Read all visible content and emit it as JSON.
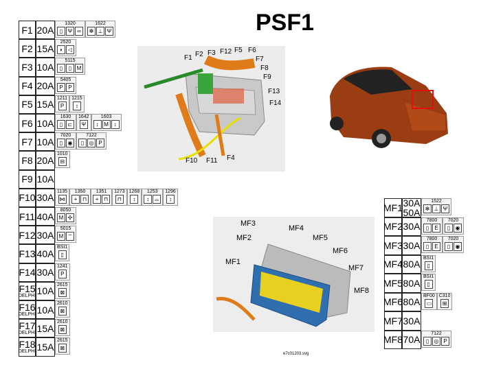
{
  "title": "PSF1",
  "caption": "e7c01203.svg",
  "fuses": [
    {
      "id": "F1",
      "amp": "20A",
      "comps": [
        {
          "code": "1320",
          "icons": [
            "box",
            "plug",
            "heater"
          ]
        },
        {
          "code": "1622",
          "icons": [
            "gear",
            "seat",
            "plug"
          ]
        }
      ]
    },
    {
      "id": "F2",
      "amp": "15A",
      "comps": [
        {
          "code": "2520",
          "icons": [
            "horn",
            "speaker"
          ]
        }
      ]
    },
    {
      "id": "F3",
      "amp": "10A",
      "comps": [
        {
          "code": "5115",
          "icons": [
            "box",
            "box",
            "motor"
          ]
        }
      ]
    },
    {
      "id": "F4",
      "amp": "20A",
      "comps": [
        {
          "code": "5405",
          "icons": [
            "pump",
            "pump"
          ]
        }
      ]
    },
    {
      "id": "F5",
      "amp": "15A",
      "comps": [
        {
          "code": "1211",
          "icons": [
            "pump"
          ]
        },
        {
          "code": "1215",
          "icons": [
            "sensor"
          ]
        }
      ]
    },
    {
      "id": "F6",
      "amp": "10A",
      "comps": [
        {
          "code": "1630",
          "icons": [
            "box",
            "gearbox"
          ]
        },
        {
          "code": "1642",
          "icons": [
            "plug"
          ]
        },
        {
          "code": "1603",
          "icons": [
            "sensor",
            "motor",
            "sensor"
          ]
        }
      ]
    },
    {
      "id": "F7",
      "amp": "10A",
      "comps": [
        {
          "code": "7020",
          "icons": [
            "box",
            "abs"
          ]
        },
        {
          "code": "7122",
          "icons": [
            "box",
            "steering",
            "pump"
          ]
        }
      ]
    },
    {
      "id": "F8",
      "amp": "20A",
      "comps": [
        {
          "code": "1010",
          "icons": [
            "starter"
          ]
        }
      ]
    },
    {
      "id": "F9",
      "amp": "10A",
      "comps": []
    },
    {
      "id": "F10",
      "amp": "30A",
      "comps": [
        {
          "code": "1135",
          "icons": [
            "coil"
          ]
        },
        {
          "code": "1350",
          "icons": [
            "injector",
            "engine"
          ]
        },
        {
          "code": "1351",
          "icons": [
            "injector",
            "engine"
          ]
        },
        {
          "code": "1273",
          "icons": [
            "engine"
          ]
        },
        {
          "code": "1268",
          "icons": [
            "sensor"
          ]
        },
        {
          "code": "1253",
          "icons": [
            "sensor",
            "valve"
          ]
        },
        {
          "code": "1296",
          "icons": [
            "sensor"
          ]
        }
      ]
    },
    {
      "id": "F11",
      "amp": "40A",
      "comps": [
        {
          "code": "8050",
          "icons": [
            "motor",
            "fan"
          ]
        }
      ]
    },
    {
      "id": "F12",
      "amp": "30A",
      "comps": [
        {
          "code": "5015",
          "icons": [
            "motor",
            "wiper"
          ]
        }
      ]
    },
    {
      "id": "F13",
      "amp": "40A",
      "comps": [
        {
          "code": "BSI1",
          "icons": [
            "box"
          ]
        }
      ]
    },
    {
      "id": "F14",
      "amp": "30A",
      "comps": [
        {
          "code": "1241",
          "icons": [
            "pump"
          ]
        }
      ]
    },
    {
      "id": "F15",
      "sub": "DELPHI",
      "amp": "10A",
      "comps": [
        {
          "code": "2615",
          "icons": [
            "lamp"
          ]
        }
      ]
    },
    {
      "id": "F16",
      "sub": "DELPHI",
      "amp": "10A",
      "comps": [
        {
          "code": "2610",
          "icons": [
            "lamp"
          ]
        }
      ]
    },
    {
      "id": "F17",
      "sub": "DELPHI",
      "amp": "15A",
      "comps": [
        {
          "code": "2610",
          "icons": [
            "lamp"
          ]
        }
      ]
    },
    {
      "id": "F18",
      "sub": "DELPHI",
      "amp": "15A",
      "comps": [
        {
          "code": "2615",
          "icons": [
            "lamp"
          ]
        }
      ]
    }
  ],
  "maxi_fuses": [
    {
      "id": "MF1",
      "amp": "30A",
      "amp2": "50A",
      "comps": [
        {
          "code": "1522",
          "icons": [
            "gear",
            "seat",
            "plug"
          ]
        }
      ]
    },
    {
      "id": "MF2",
      "amp": "30A",
      "comps": [
        {
          "code": "7800",
          "icons": [
            "box",
            "esp"
          ]
        },
        {
          "code": "7020",
          "icons": [
            "box",
            "abs"
          ]
        }
      ]
    },
    {
      "id": "MF3",
      "amp": "30A",
      "comps": [
        {
          "code": "7800",
          "icons": [
            "box",
            "esp"
          ]
        },
        {
          "code": "7020",
          "icons": [
            "box",
            "abs"
          ]
        }
      ]
    },
    {
      "id": "MF4",
      "amp": "80A",
      "comps": [
        {
          "code": "BSI1",
          "icons": [
            "box"
          ]
        }
      ]
    },
    {
      "id": "MF5",
      "amp": "80A",
      "comps": [
        {
          "code": "BSI1",
          "icons": [
            "box"
          ]
        }
      ]
    },
    {
      "id": "MF6",
      "amp": "80A",
      "comps": [
        {
          "code": "BF00",
          "icons": [
            "fuse"
          ]
        },
        {
          "code": "C310",
          "icons": [
            "connector"
          ]
        }
      ]
    },
    {
      "id": "MF7",
      "amp": "30A",
      "comps": []
    },
    {
      "id": "MF8",
      "amp": "70A",
      "comps": [
        {
          "code": "7122",
          "icons": [
            "box",
            "steering",
            "pump"
          ]
        }
      ]
    }
  ],
  "photo_labels": [
    "F1",
    "F2",
    "F3",
    "F12",
    "F5",
    "F6",
    "F7",
    "F8",
    "F9",
    "F13",
    "F14",
    "F10",
    "F11",
    "F4"
  ],
  "maxi_labels": [
    "MF3",
    "MF4",
    "MF2",
    "MF5",
    "MF6",
    "MF1",
    "MF7",
    "MF8"
  ],
  "glyphs": {
    "box": "▯",
    "plug": "Ψ",
    "heater": "∞",
    "gear": "✻",
    "seat": "⊥",
    "horn": "◗",
    "speaker": "◁",
    "motor": "M",
    "pump": "P",
    "sensor": "↕",
    "gearbox": "⊏",
    "abs": "◉",
    "steering": "◎",
    "starter": "⊟",
    "coil": "⋈",
    "injector": "+",
    "engine": "⊓",
    "valve": "⌓",
    "fan": "✣",
    "wiper": "⌔",
    "lamp": "⊠",
    "esp": "E",
    "fuse": "▭",
    "connector": "⊞"
  },
  "colors": {
    "car_body": "#9a3d12",
    "harness": "#e07b1a",
    "fuse_yellow": "#e8d020",
    "connector_blue": "#2f6fb0",
    "highlight": "#e01010"
  }
}
